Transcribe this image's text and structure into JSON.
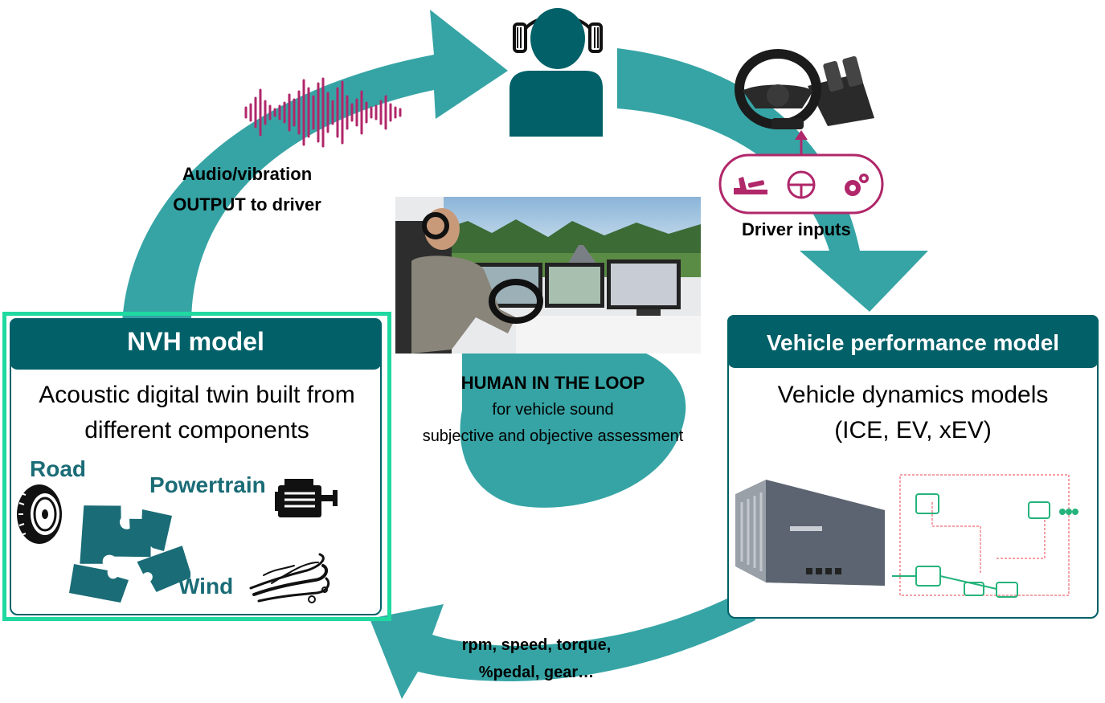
{
  "colors": {
    "teal": "#36a4a5",
    "dark_teal": "#016068",
    "magenta": "#b0276a",
    "highlight_green": "#1fd9a0"
  },
  "top": {
    "audio_label_line1": "Audio/vibration",
    "audio_label_line2": "OUTPUT to driver",
    "driver_inputs_label": "Driver inputs"
  },
  "center": {
    "title": "HUMAN IN THE LOOP",
    "line2": "for vehicle sound",
    "line3": "subjective and objective assessment"
  },
  "nvh": {
    "header": "NVH model",
    "desc_line1": "Acoustic digital twin built from",
    "desc_line2": "different components",
    "components": {
      "road": "Road",
      "powertrain": "Powertrain",
      "wind": "Wind"
    }
  },
  "vehicle": {
    "header": "Vehicle performance model",
    "desc_line1": "Vehicle dynamics models",
    "desc_line2": "(ICE, EV, xEV)"
  },
  "bottom": {
    "signals_line1": "rpm, speed, torque,",
    "signals_line2": "%pedal, gear…"
  },
  "icons": [
    "headphones-icon",
    "person-icon",
    "soundwave-icon",
    "steering-wheel-icon",
    "pedals-icon",
    "gear-icon",
    "tire-icon",
    "engine-icon",
    "puzzle-icon",
    "wind-icon"
  ]
}
